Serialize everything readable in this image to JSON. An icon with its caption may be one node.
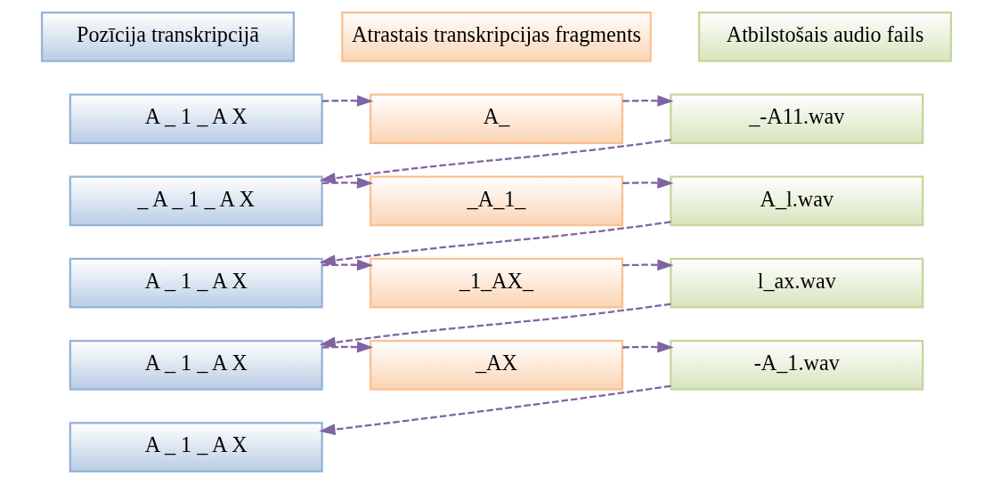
{
  "diagram": {
    "nodes": [
      {
        "text": [
          "Pozīcija transkripcijā"
        ]
      },
      {
        "text": [
          "Atrastais transkripcijas fragments"
        ]
      },
      {
        "text": [
          "Atbilstošais audio fails"
        ]
      },
      {
        "text": [
          "A _ 1 _ A X"
        ]
      },
      {
        "text": [
          "A_"
        ]
      },
      {
        "text": [
          "_-A11.wav"
        ]
      },
      {
        "text": [
          "_ A _ 1 _ A X"
        ]
      },
      {
        "text": [
          "_A_1_"
        ]
      },
      {
        "text": [
          "A_l.wav"
        ]
      },
      {
        "text": [
          "A _ 1 _ A X"
        ]
      },
      {
        "text": [
          "_1_AX_"
        ]
      },
      {
        "text": [
          "l_ax.wav"
        ]
      },
      {
        "text": [
          "A _ 1 _ A X"
        ]
      },
      {
        "text": [
          "_AX"
        ]
      },
      {
        "text": [
          "-A_1.wav"
        ]
      },
      {
        "text": [
          "A _ 1 _ A X"
        ]
      }
    ],
    "edges": [
      {
        "from": 3,
        "to": 4,
        "arrow": "to",
        "style": "dashed"
      },
      {
        "from": 4,
        "to": 5,
        "arrow": "to",
        "style": "dashed"
      },
      {
        "from": 5,
        "to": 6,
        "arrow": "to",
        "style": "dashed"
      },
      {
        "from": 6,
        "to": 7,
        "arrow": "to",
        "style": "dashed"
      },
      {
        "from": 7,
        "to": 8,
        "arrow": "to",
        "style": "dashed"
      },
      {
        "from": 8,
        "to": 9,
        "arrow": "to",
        "style": "dashed"
      },
      {
        "from": 9,
        "to": 10,
        "arrow": "to",
        "style": "dashed"
      },
      {
        "from": 10,
        "to": 11,
        "arrow": "to",
        "style": "dashed"
      },
      {
        "from": 11,
        "to": 12,
        "arrow": "to",
        "style": "dashed"
      },
      {
        "from": 12,
        "to": 13,
        "arrow": "to",
        "style": "dashed"
      },
      {
        "from": 13,
        "to": 14,
        "arrow": "to",
        "style": "dashed"
      },
      {
        "from": 14,
        "to": 15,
        "arrow": "to",
        "style": "dashed"
      }
    ]
  }
}
